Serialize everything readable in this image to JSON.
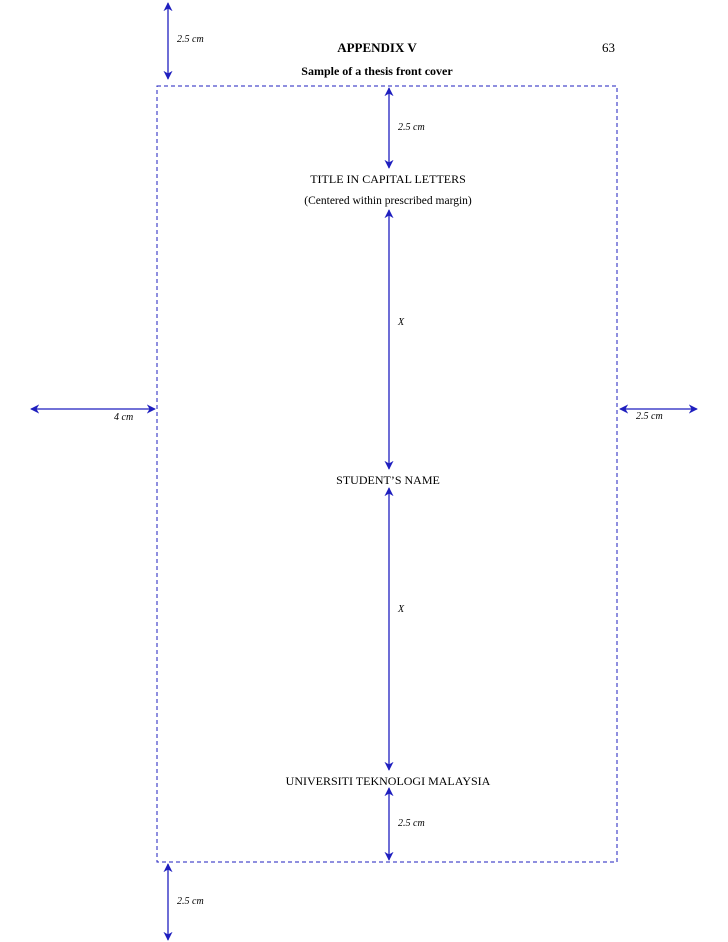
{
  "header": {
    "appendix_title": "APPENDIX V",
    "page_number": "63",
    "subtitle": "Sample of a thesis front cover"
  },
  "cover": {
    "title": "TITLE IN CAPITAL LETTERS",
    "title_note": "(Centered within prescribed margin)",
    "student_name": "STUDENT’S NAME",
    "university": "UNIVERSITI TEKNOLOGI MALAYSIA"
  },
  "dimensions": {
    "top_outer": "2.5 cm",
    "top_inner": "2.5 cm",
    "gap_title_name": "X",
    "gap_name_university": "X",
    "bottom_inner": "2.5 cm",
    "bottom_outer": "2.5 cm",
    "left": "4 cm",
    "right": "2.5 cm"
  },
  "colors": {
    "annotation": "#1f1fbf",
    "text": "#000000"
  }
}
